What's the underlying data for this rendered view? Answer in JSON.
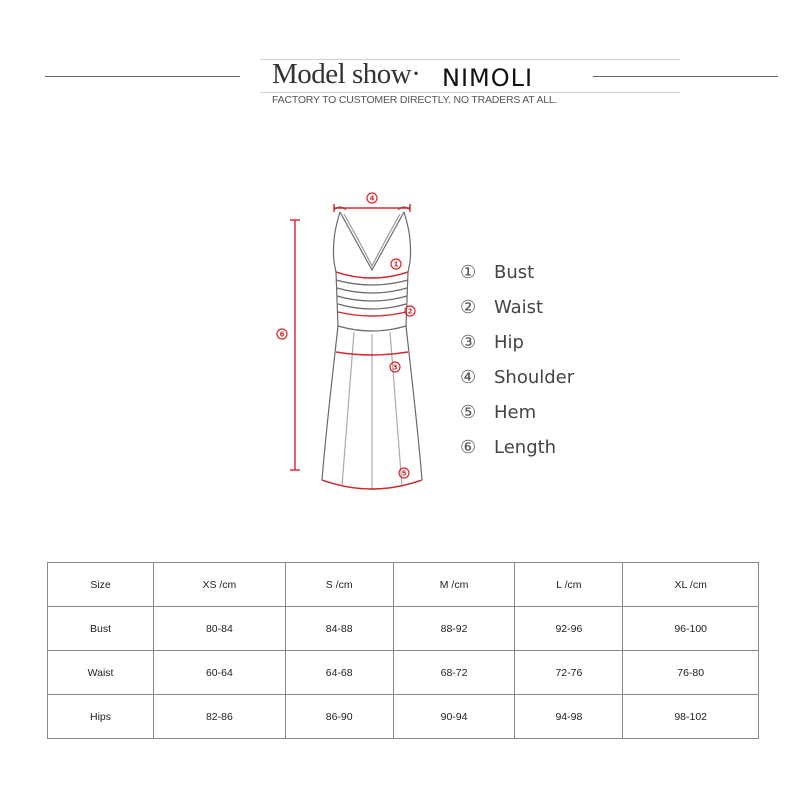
{
  "header": {
    "title": "Model show·",
    "brand": "NIMOLI",
    "tagline": "FACTORY TO CUSTOMER DIRECTLY. NO TRADERS AT ALL."
  },
  "diagram": {
    "markers": [
      "1",
      "2",
      "3",
      "4",
      "5",
      "6"
    ],
    "accent_color": "#d9252a"
  },
  "legend": [
    {
      "num": "①",
      "label": "Bust"
    },
    {
      "num": "②",
      "label": "Waist"
    },
    {
      "num": "③",
      "label": "Hip"
    },
    {
      "num": "④",
      "label": "Shoulder"
    },
    {
      "num": "⑤",
      "label": "Hem"
    },
    {
      "num": "⑥",
      "label": "Length"
    }
  ],
  "size_table": {
    "headers": [
      "Size",
      "XS /cm",
      "S /cm",
      "M /cm",
      "L /cm",
      "XL /cm"
    ],
    "rows": [
      [
        "Bust",
        "80-84",
        "84-88",
        "88-92",
        "92-96",
        "96-100"
      ],
      [
        "Waist",
        "60-64",
        "64-68",
        "68-72",
        "72-76",
        "76-80"
      ],
      [
        "Hips",
        "82-86",
        "86-90",
        "90-94",
        "94-98",
        "98-102"
      ]
    ]
  }
}
